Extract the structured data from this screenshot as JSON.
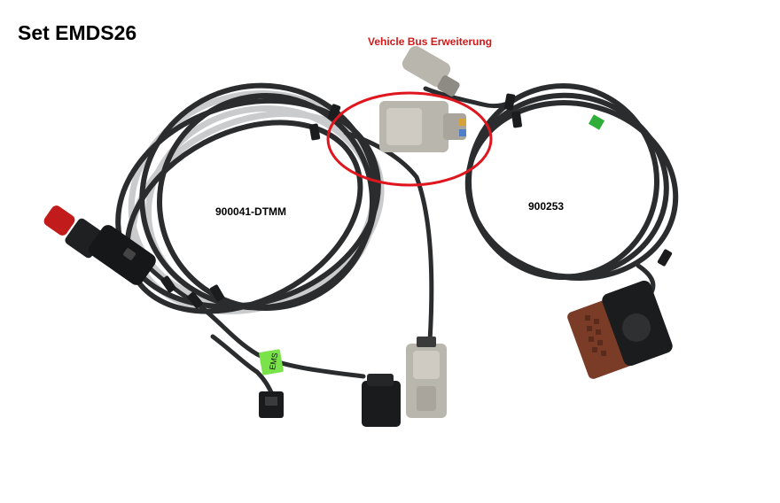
{
  "title": "Set EMDS26",
  "callout_label": "Vehicle Bus Erweiterung",
  "parts": {
    "left": "900041-DTMM",
    "right": "900253"
  },
  "tag_label": "EMS",
  "colors": {
    "callout_text": "#d01818",
    "highlight_ring": "#e0161e",
    "cable_dark": "#2a2c2e",
    "cable_light": "#c9cbcd",
    "connector_grey": "#b9b6ae",
    "ecu_connector_brown": "#7a3c26",
    "tag_green": "#7be34a",
    "plug_red": "#c21b1b"
  },
  "icons": [
    "cigarette-lighter-plug-icon",
    "dt-connector-icon",
    "ecu-connector-icon"
  ]
}
